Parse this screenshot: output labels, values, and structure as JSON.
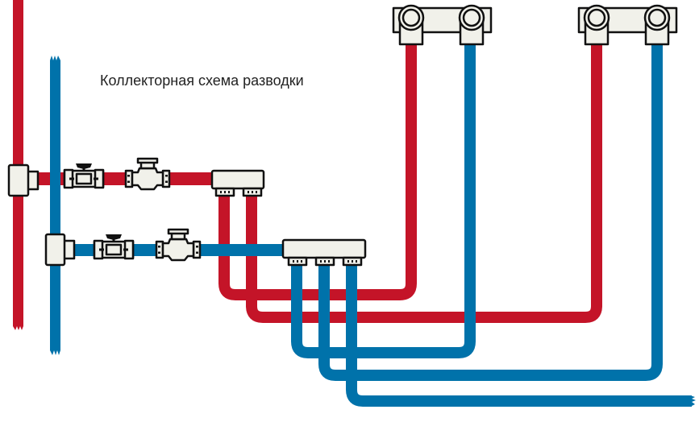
{
  "title": "Коллекторная схема разводки",
  "colors": {
    "hot": "#c41428",
    "hot_dark": "#a0101f",
    "cold": "#0072aa",
    "fitting_fill": "#f1f1ea",
    "outline": "#111111",
    "text": "#222222"
  },
  "elements": {
    "hot_riser": "hot water riser",
    "cold_riser": "cold water riser",
    "hot_manifold": {
      "label": "hot water manifold",
      "outlets": 2
    },
    "cold_manifold": {
      "label": "cold water manifold",
      "outlets": 3
    },
    "fixtures": [
      {
        "label": "mixer fixture 1",
        "inlets": [
          "hot",
          "cold"
        ]
      },
      {
        "label": "mixer fixture 2",
        "inlets": [
          "hot",
          "cold"
        ]
      }
    ],
    "valves": {
      "hot": [
        "ball-valve",
        "pressure-reducer"
      ],
      "cold": [
        "ball-valve",
        "pressure-reducer"
      ]
    }
  }
}
